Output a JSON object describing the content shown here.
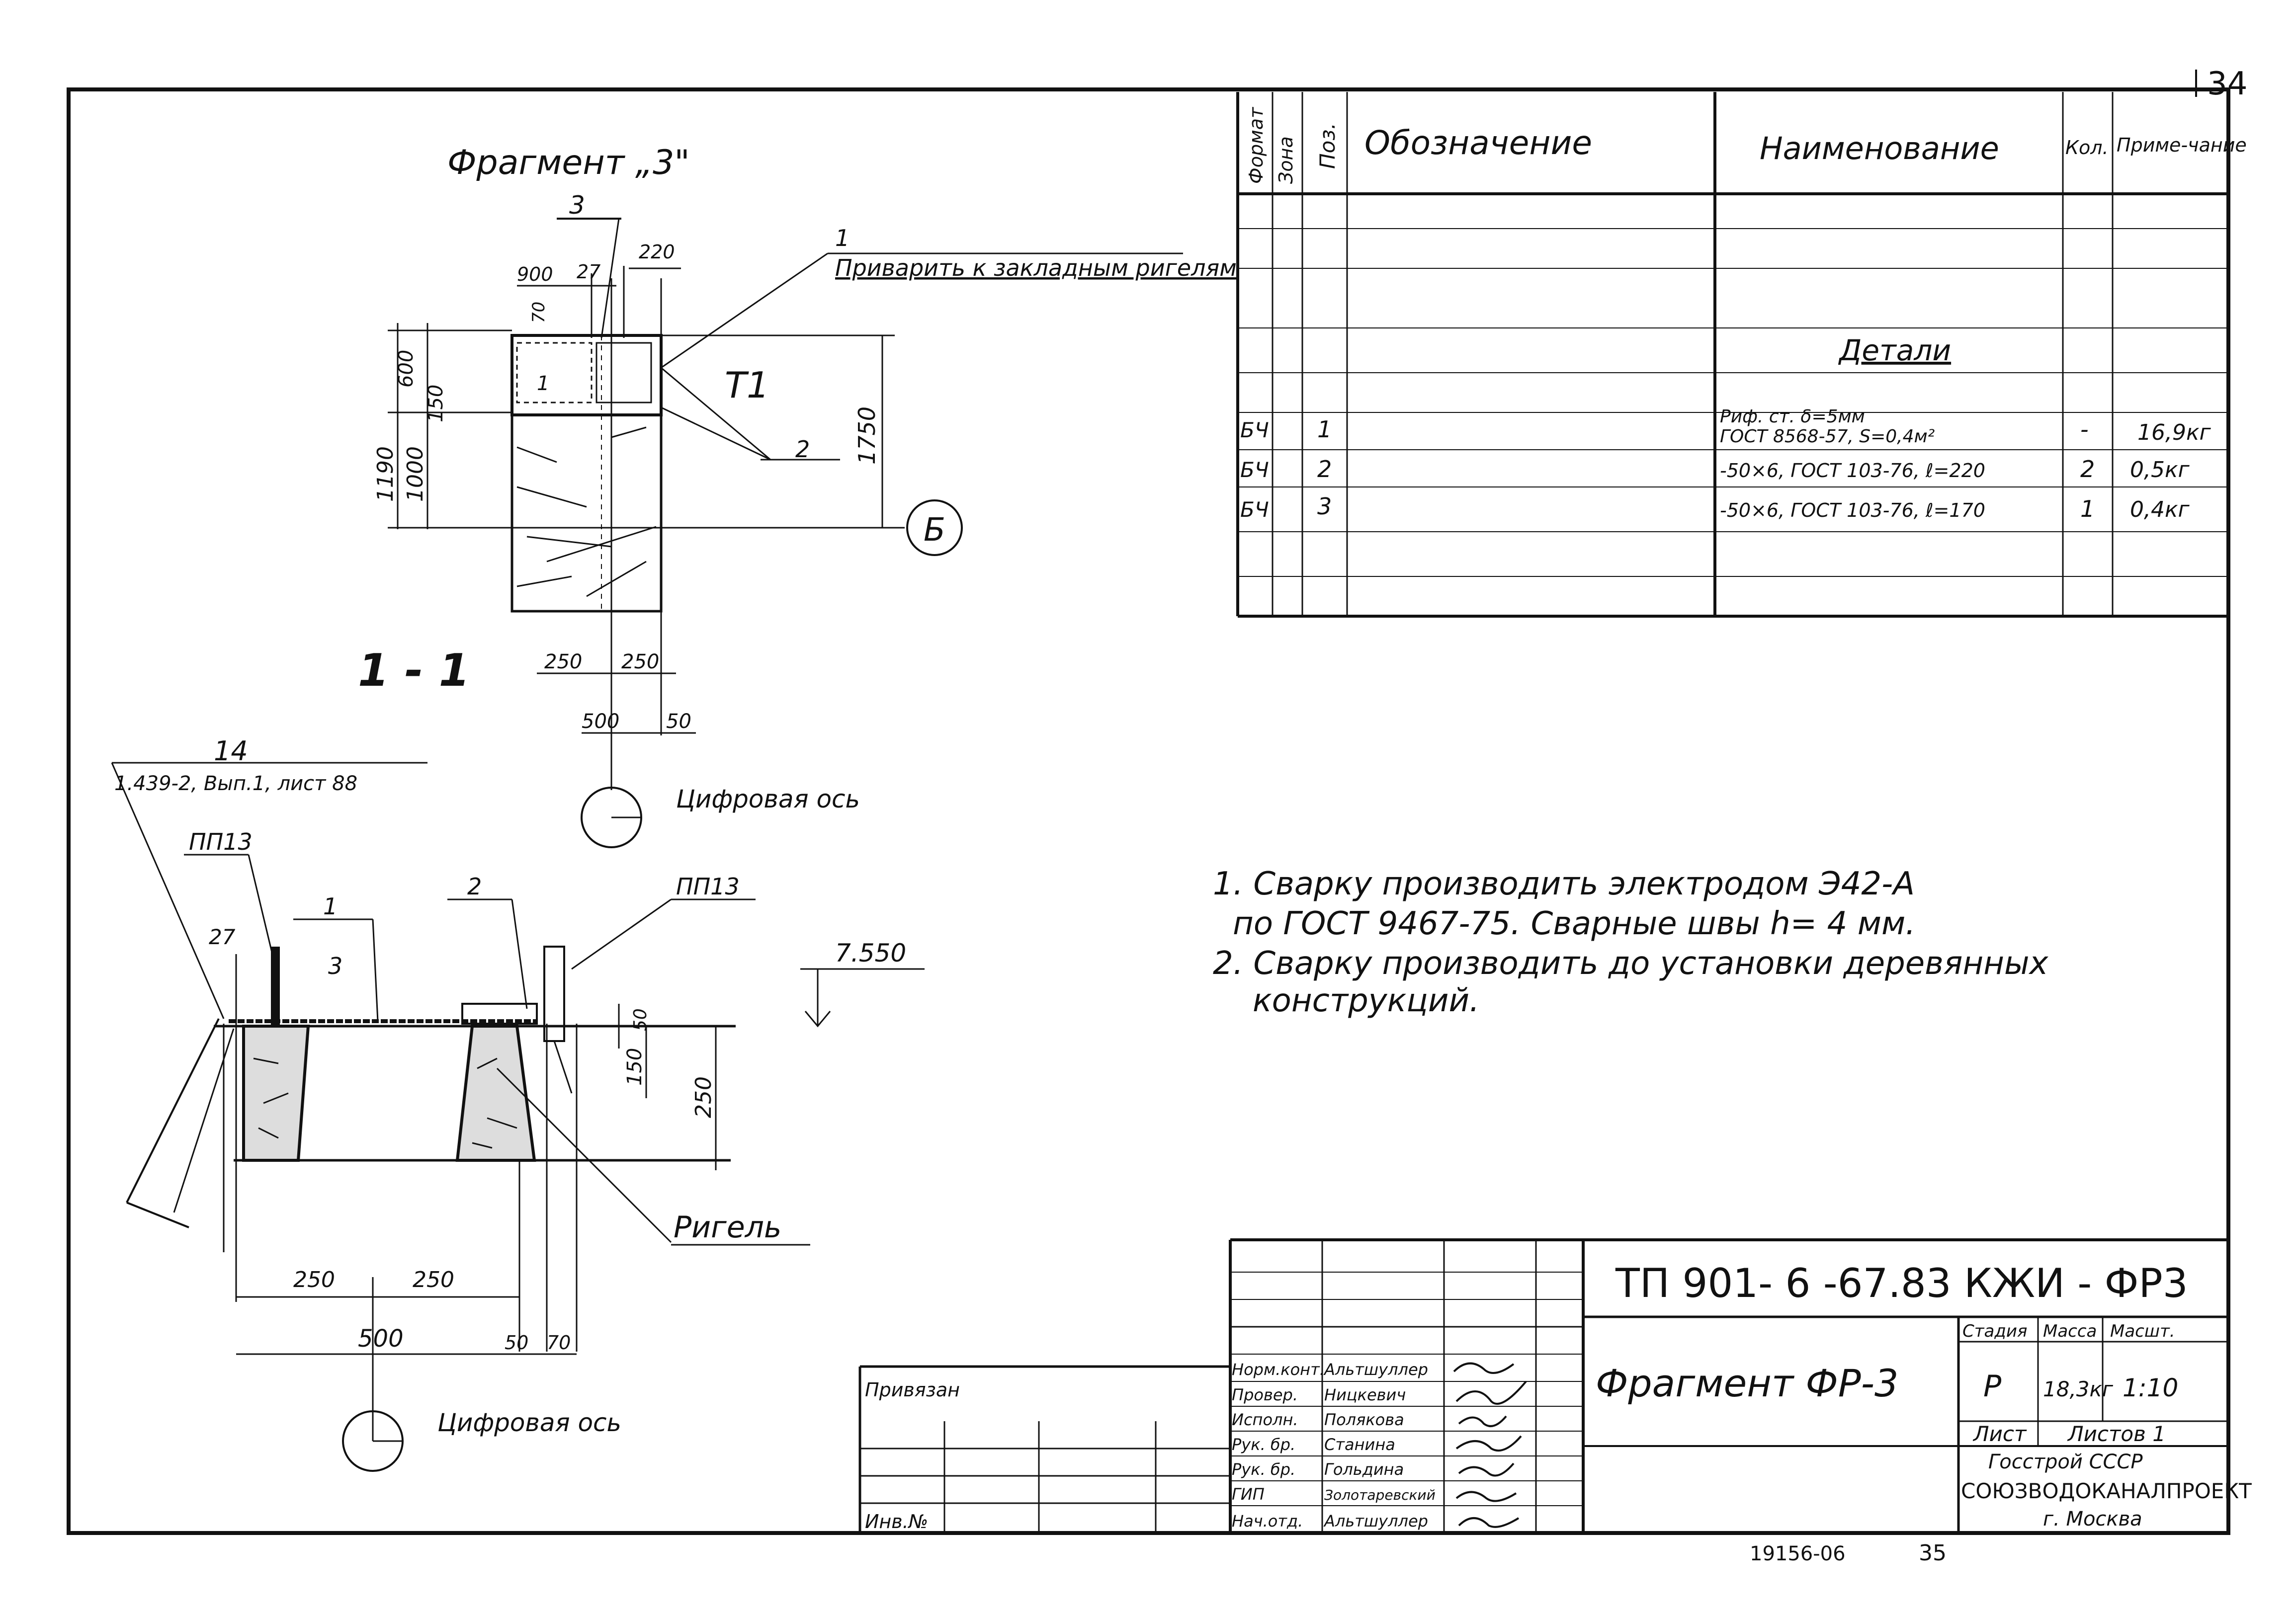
{
  "page": {
    "number": "34",
    "archive_number": "19156-06",
    "copy_page": "35"
  },
  "fragment": {
    "title": "Фрагмент „3\"",
    "section_label": "1 - 1",
    "weld_note": "Приварить к закладным ригелям",
    "weld_symbol": "Т1",
    "axis_label": "Б",
    "digital_axis_top": "Цифровая ось",
    "digital_axis_bottom": "Цифровая ось",
    "dims_top": [
      "900",
      "27",
      "220",
      "70",
      "600",
      "150",
      "1190",
      "1000",
      "1750",
      "250",
      "250",
      "500",
      "50"
    ],
    "callouts_top": [
      "3",
      "1",
      "2"
    ]
  },
  "plan": {
    "reference": "14",
    "reference_doc": "1.439-2, Вып.1, лист 88",
    "pp_left": "ПП13",
    "pp_right": "ПП13",
    "callouts": [
      "27",
      "1",
      "3",
      "2"
    ],
    "elevation": "7.550",
    "dims_vertical": [
      "50",
      "150",
      "250"
    ],
    "beam_label": "Ригель",
    "dims_bottom": [
      "250",
      "250",
      "500",
      "50",
      "70"
    ]
  },
  "spec": {
    "headers": [
      "Формат",
      "Зона",
      "Поз.",
      "Обозначение",
      "Наименование",
      "Кол.",
      "Приме-чание"
    ],
    "section_title": "Детали",
    "rows": [
      {
        "format": "БЧ",
        "pos": "1",
        "name_line1": "Риф. ст. δ=5мм",
        "name_line2": "ГОСТ 8568-57, S=0,4м²",
        "qty": "-",
        "note": "16,9кг"
      },
      {
        "format": "БЧ",
        "pos": "2",
        "name_line1": "-50×6, ГОСТ 103-76, ℓ=220",
        "name_line2": "",
        "qty": "2",
        "note": "0,5кг"
      },
      {
        "format": "БЧ",
        "pos": "3",
        "name_line1": "-50×6, ГОСТ 103-76, ℓ=170",
        "name_line2": "",
        "qty": "1",
        "note": "0,4кг"
      }
    ]
  },
  "notes": {
    "line1": "1. Сварку производить электродом Э42-А",
    "line2": "по ГОСТ 9467-75. Сварные швы h= 4 мм.",
    "line3": "2. Сварку производить до установки деревянных",
    "line4": "конструкций."
  },
  "titleblock": {
    "code": "ТП 901- 6 -67.83 КЖИ - ФР3",
    "drawing_name": "Фрагмент ФР-3",
    "stage_label": "Стадия",
    "mass_label": "Масса",
    "scale_label": "Масшт.",
    "stage": "Р",
    "mass": "18,3кг",
    "scale": "1:10",
    "sheet_label": "Лист",
    "sheets_label": "Листов 1",
    "org_line1": "Госстрой СССР",
    "org_line2": "СОЮЗВОДОКАНАЛПРОЕКТ",
    "org_line3": "г. Москва",
    "attached_label": "Привязан",
    "inv_label": "Инв.№",
    "roles": [
      {
        "role": "Норм.конт.",
        "name": "Альтшуллер"
      },
      {
        "role": "Провер.",
        "name": "Ницкевич"
      },
      {
        "role": "Исполн.",
        "name": "Полякова"
      },
      {
        "role": "Рук. бр.",
        "name": "Станина"
      },
      {
        "role": "Рук. бр.",
        "name": "Гольдина"
      },
      {
        "role": "ГИП",
        "name": "Золотаревский"
      },
      {
        "role": "Нач.отд.",
        "name": "Альтшуллер"
      }
    ]
  }
}
